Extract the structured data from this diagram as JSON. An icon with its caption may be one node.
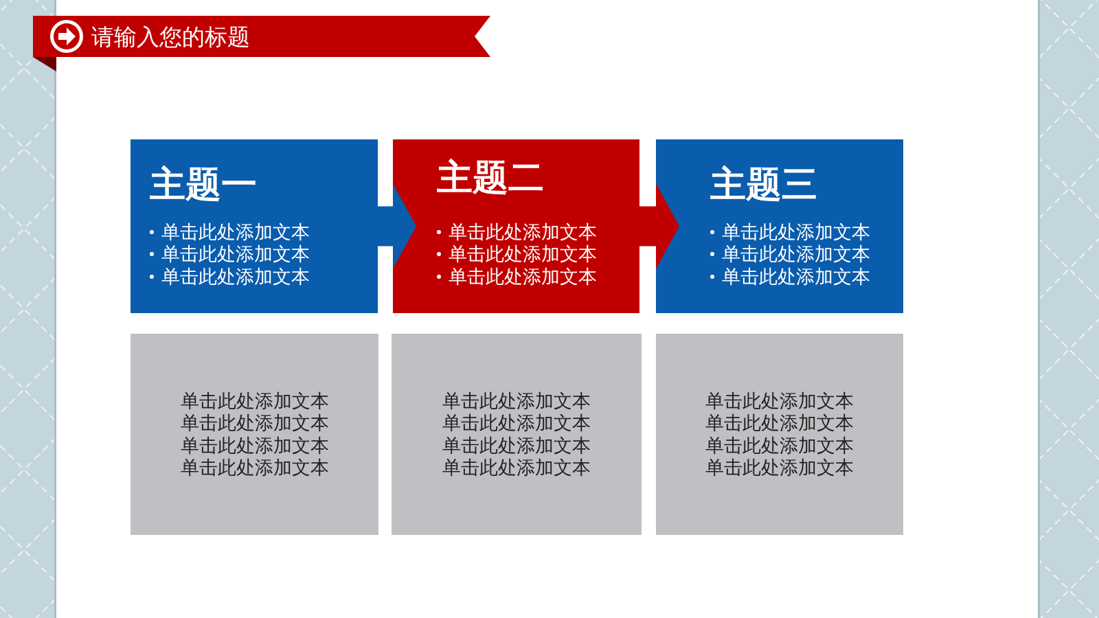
{
  "diagram": {
    "title": "请输入您的标题",
    "nodes": [
      {
        "text": [
          "主题一",
          "单击此处添加文本",
          "单击此处添加文本",
          "单击此处添加文本"
        ]
      },
      {
        "text": [
          "主题二",
          "单击此处添加文本",
          "单击此处添加文本",
          "单击此处添加文本"
        ]
      },
      {
        "text": [
          "主题三",
          "单击此处添加文本",
          "单击此处添加文本",
          "单击此处添加文本"
        ]
      },
      {
        "text": [
          "单击此处添加文本",
          "单击此处添加文本",
          "单击此处添加文本",
          "单击此处添加文本"
        ]
      },
      {
        "text": [
          "单击此处添加文本",
          "单击此处添加文本",
          "单击此处添加文本",
          "单击此处添加文本"
        ]
      },
      {
        "text": [
          "单击此处添加文本",
          "单击此处添加文本",
          "单击此处添加文本",
          "单击此处添加文本"
        ]
      }
    ],
    "edges": [
      {
        "from": 0,
        "to": 1,
        "arrow": "to",
        "color": "#0a5cad"
      },
      {
        "from": 1,
        "to": 2,
        "arrow": "to",
        "color": "#c00000"
      }
    ]
  }
}
